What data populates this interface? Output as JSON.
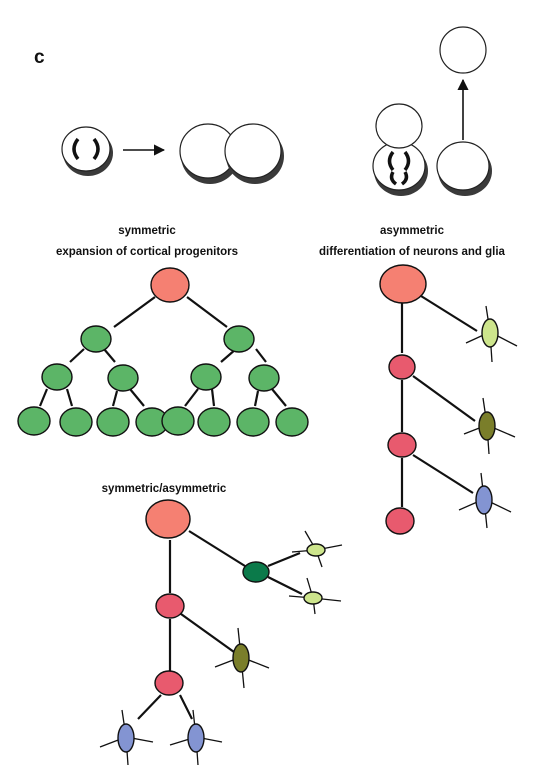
{
  "panel": {
    "letter": "c"
  },
  "captions": {
    "symmetric_line1": "symmetric",
    "symmetric_line2": "expansion of cortical progenitors",
    "asymmetric_line1": "asymmetric",
    "asymmetric_line2": "differentiation of neurons and glia",
    "mixed": "symmetric/asymmetric"
  },
  "colors": {
    "founder": "#f58072",
    "progenitor": "#5cb567",
    "intermediate": "#e85a6e",
    "neuron_dark": "#7a7e2a",
    "neuron_blue": "#8394d2",
    "glia_light": "#cde58c",
    "glia_dark": "#0b7a4a",
    "outline": "#111111"
  },
  "legend_icons": [
    "dividing-cell-icon",
    "symmetric-daughter-cells-icon",
    "asymmetric-division-icon",
    "migrating-cell-icon"
  ]
}
